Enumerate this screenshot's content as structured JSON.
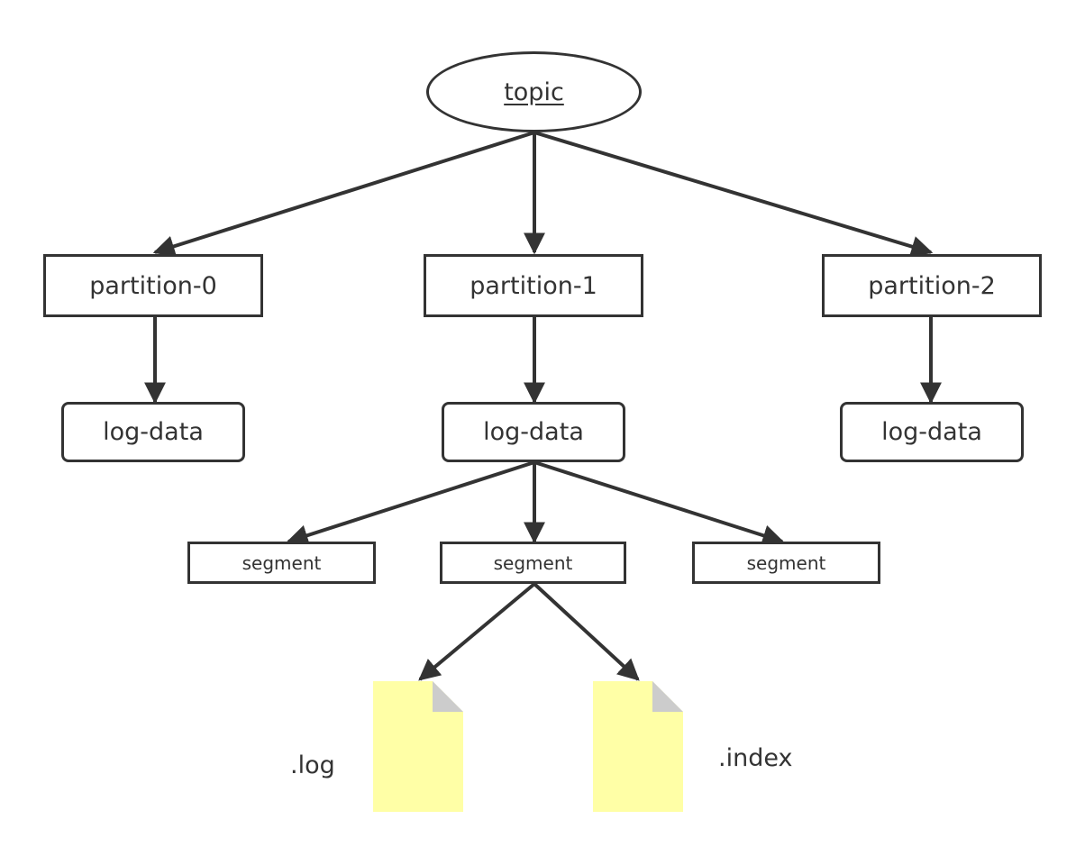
{
  "topic": {
    "label": "topic"
  },
  "partitions": [
    {
      "label": "partition-0",
      "child": "log-data"
    },
    {
      "label": "partition-1",
      "child": "log-data"
    },
    {
      "label": "partition-2",
      "child": "log-data"
    }
  ],
  "segments": [
    "segment",
    "segment",
    "segment"
  ],
  "files": [
    {
      "label": ".log"
    },
    {
      "label": ".index"
    }
  ],
  "colors": {
    "stroke": "#333333",
    "file_fill": "#ffffa6",
    "file_fold": "#cccccc"
  }
}
